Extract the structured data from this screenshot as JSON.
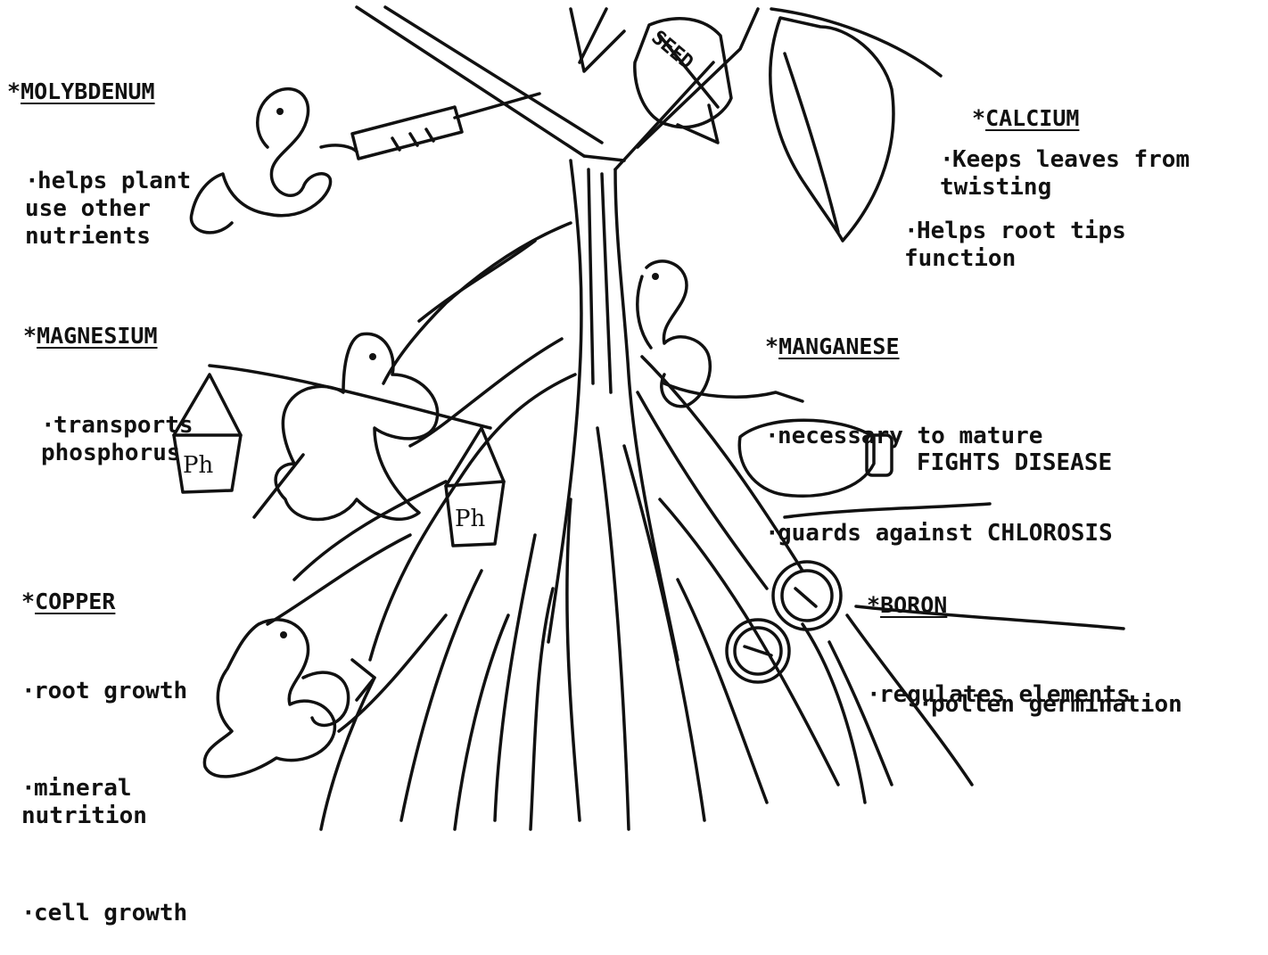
{
  "marker": "*",
  "bullet": "·",
  "seed_label": "SEED",
  "bucket_label": "Ph",
  "molybdenum": {
    "name": "MOLYBDENUM",
    "items": [
      "helps plant\nuse other\nnutrients"
    ]
  },
  "calcium": {
    "name": "CALCIUM",
    "items": [
      "Keeps leaves from\ntwisting",
      "Helps root tips\nfunction"
    ]
  },
  "magnesium": {
    "name": "MAGNESIUM",
    "items": [
      "transports\nphosphorus"
    ]
  },
  "manganese": {
    "name": "MANGANESE",
    "items": [
      "necessary to mature",
      "guards against CHLOROSIS"
    ]
  },
  "fights_disease": "FIGHTS DISEASE",
  "copper": {
    "name": "COPPER",
    "items": [
      "root growth",
      "mineral\nnutrition",
      "cell growth"
    ]
  },
  "boron": {
    "name": "BORON",
    "items": [
      "regulates elements",
      "pollen germination"
    ]
  }
}
